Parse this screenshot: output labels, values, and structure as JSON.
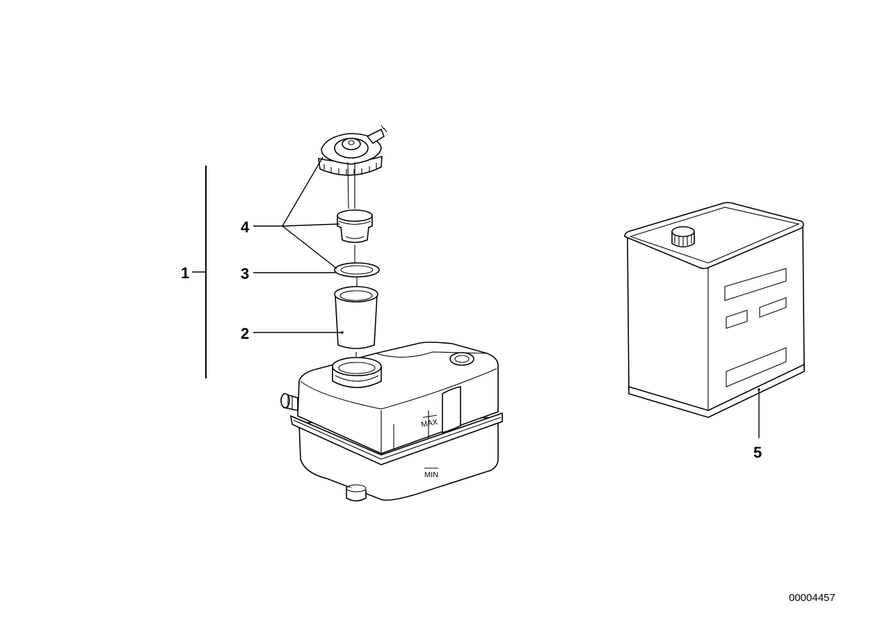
{
  "callouts": {
    "c1": "1",
    "c2": "2",
    "c3": "3",
    "c4": "4",
    "c5": "5"
  },
  "reservoir_marks": {
    "max": "MAX",
    "min": "MIN"
  },
  "document_id": "00004457"
}
